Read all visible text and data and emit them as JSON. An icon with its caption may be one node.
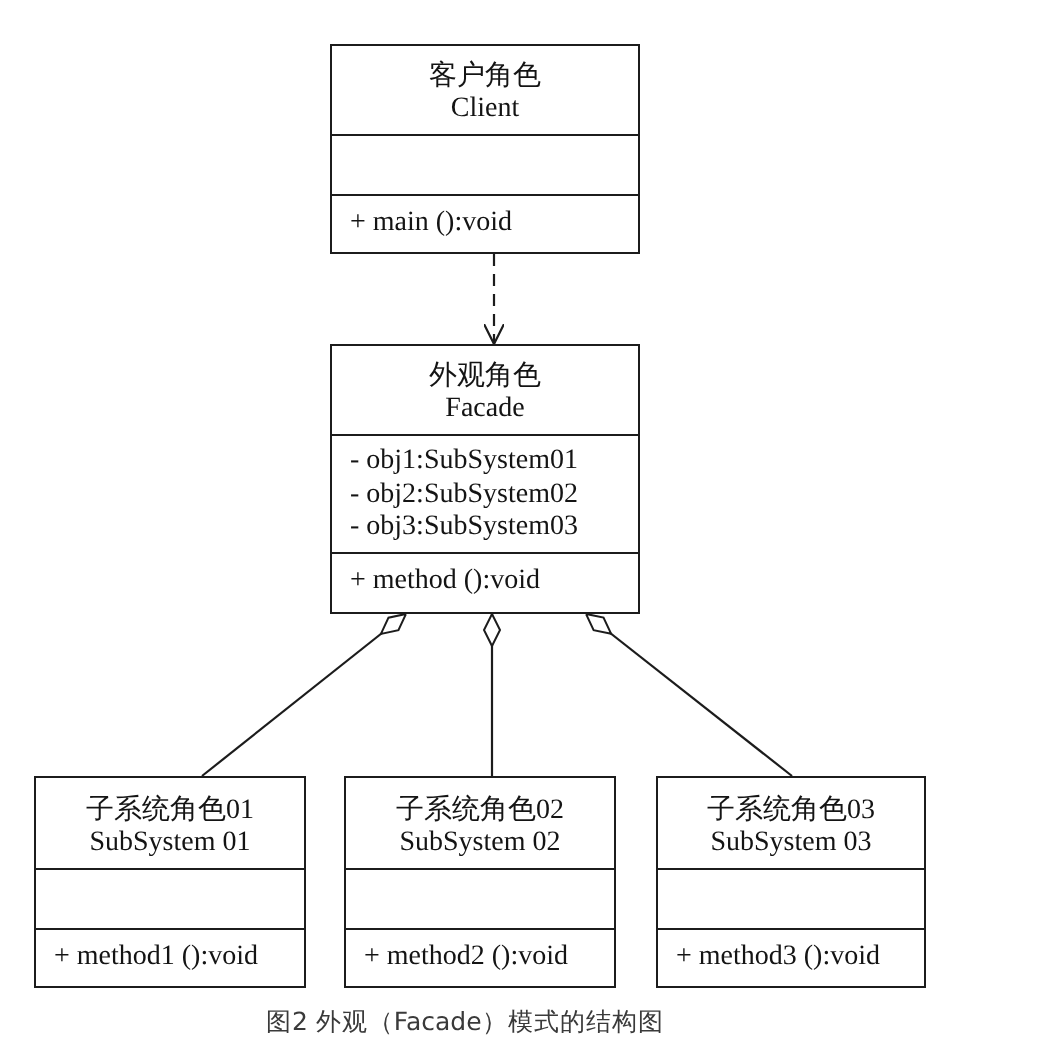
{
  "diagram": {
    "caption": "图2 外观（Facade）模式的结构图",
    "nodes": [
      {
        "text": [
          "客户角色",
          "Client",
          "+ main ():void"
        ]
      },
      {
        "text": [
          "外观角色",
          "Facade",
          "- obj1:SubSystem01",
          "- obj2:SubSystem02",
          "- obj3:SubSystem03",
          "+ method ():void"
        ]
      },
      {
        "text": [
          "子系统角色01",
          "SubSystem 01",
          "+ method1 ():void"
        ]
      },
      {
        "text": [
          "子系统角色02",
          "SubSystem 02",
          "+ method2 ():void"
        ]
      },
      {
        "text": [
          "子系统角色03",
          "SubSystem 03",
          "+ method3 ():void"
        ]
      }
    ],
    "edges": [
      {
        "from": 0,
        "to": 1,
        "arrow": "to",
        "style": "dashed"
      },
      {
        "from": 2,
        "to": 1,
        "arrow": "other"
      },
      {
        "from": 3,
        "to": 1,
        "arrow": "other"
      },
      {
        "from": 4,
        "to": 1,
        "arrow": "other"
      }
    ]
  }
}
